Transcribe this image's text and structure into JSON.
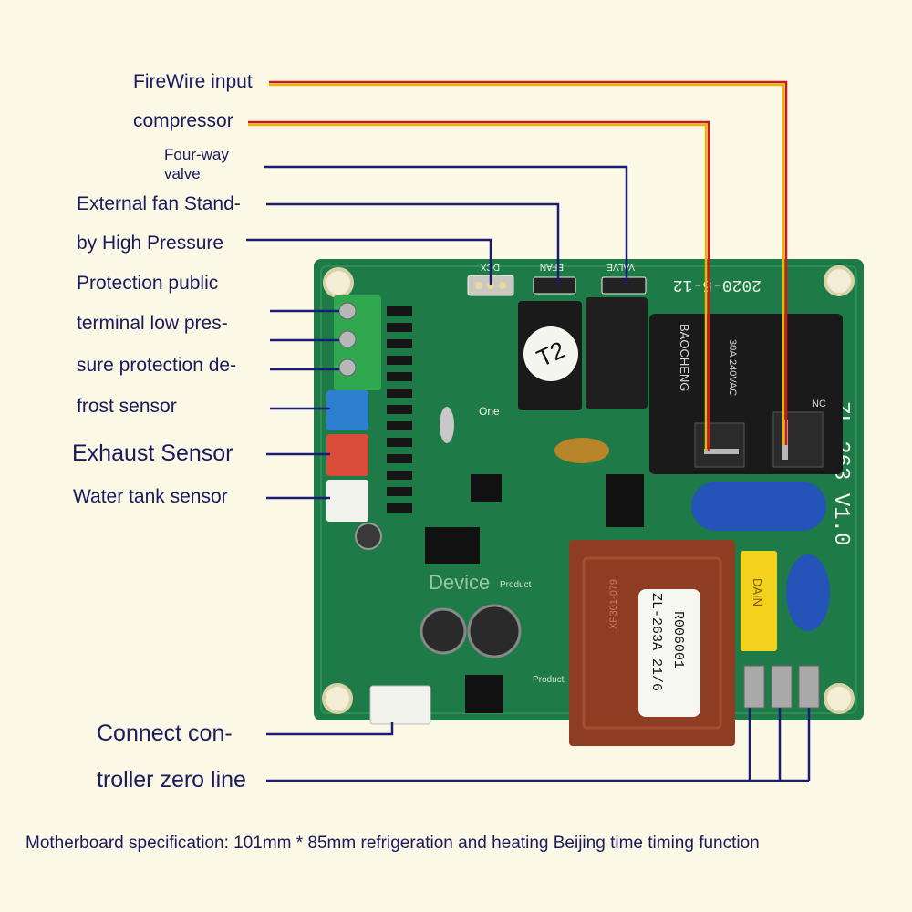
{
  "labels": {
    "firewire": "FireWire input",
    "compressor": "compressor",
    "fourway_1": "Four-way",
    "fourway_2": "valve",
    "fan_1": "External fan Stand-",
    "fan_2": "by High Pressure",
    "prot_1": "Protection public",
    "prot_2": "terminal low pres-",
    "prot_3": "sure protection de-",
    "prot_4": "frost sensor",
    "exhaust": "Exhaust Sensor",
    "water": "Water tank sensor",
    "connect_1": "Connect con-",
    "connect_2": "troller zero line",
    "spec": "Motherboard specification: 101mm * 85mm refrigeration and heating Beijing time timing function"
  },
  "board_text": {
    "date": "2020-5-12",
    "model": "ZL-263 V1.0",
    "dcx": "DCX",
    "efan": "EFAN",
    "valve": "VALVE",
    "relay_brand": "BAOCHENG",
    "relay_spec": "30A 240VAC",
    "relay_nc": "NC",
    "t2": "T2",
    "one": "One",
    "device": "Device",
    "product": "Product",
    "transformer_1": "ZL-263A 21/6",
    "transformer_2": "R006001",
    "transformer_code": "XP301-079",
    "cap_brand": "DAIN"
  },
  "colors": {
    "background": "#fbf8e6",
    "label_text": "#1a1a5e",
    "line_navy": "#1c1c78",
    "line_red": "#d01818",
    "line_yellow": "#e8b800",
    "pcb_green": "#1e7a46",
    "terminal_green": "#2fa84f",
    "sensor_blue": "#2d7fd0",
    "sensor_red": "#d94c3a",
    "transformer_brown": "#8e3d22",
    "relay_black": "#1a1a1a",
    "capacitor_yellow": "#f2d21c",
    "capacitor_blue": "#2454b8"
  }
}
